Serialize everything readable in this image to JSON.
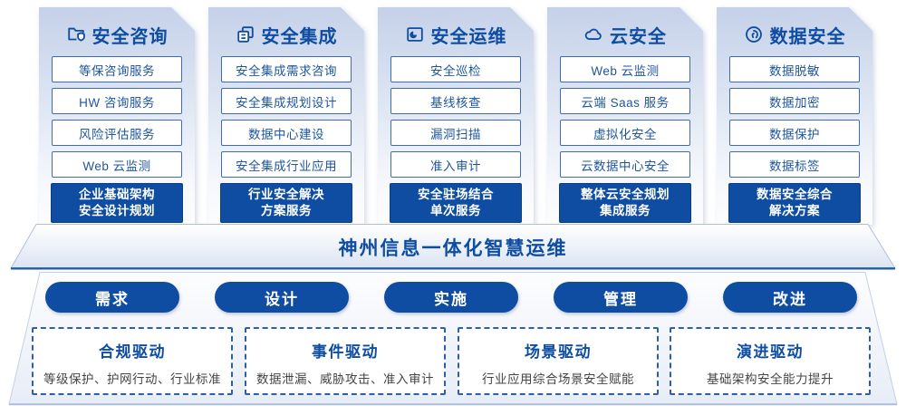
{
  "colors": {
    "primary_blue": "#0e4da2",
    "item_border_blue": "#3f6cae",
    "card_top_blue": "#c5d1e9",
    "desc_gray": "#454545",
    "white": "#ffffff"
  },
  "columns": [
    {
      "title": "安全咨询",
      "icon": "folder-shield-icon",
      "items": [
        "等保咨询服务",
        "HW 咨询服务",
        "风险评估服务",
        "Web 云监测"
      ],
      "footer": [
        "企业基础架构",
        "安全设计规划"
      ]
    },
    {
      "title": "安全集成",
      "icon": "copy-icon",
      "items": [
        "安全集成需求咨询",
        "安全集成规划设计",
        "数据中心建设",
        "安全集成行业应用"
      ],
      "footer": [
        "行业安全解决",
        "方案服务"
      ]
    },
    {
      "title": "安全运维",
      "icon": "folder-monitor-icon",
      "items": [
        "安全巡检",
        "基线核查",
        "漏洞扫描",
        "准入审计"
      ],
      "footer": [
        "安全驻场结合",
        "单次服务"
      ]
    },
    {
      "title": "云安全",
      "icon": "cloud-icon",
      "items": [
        "Web 云监测",
        "云端 Saas 服务",
        "虚拟化安全",
        "云数据中心安全"
      ],
      "footer": [
        "整体云安全规划",
        "集成服务"
      ]
    },
    {
      "title": "数据安全",
      "icon": "fingerprint-icon",
      "items": [
        "数据脱敏",
        "数据加密",
        "数据保护",
        "数据标签"
      ],
      "footer": [
        "数据安全综合",
        "解决方案"
      ]
    }
  ],
  "banner": {
    "title": "神州信息一体化智慧运维"
  },
  "process": {
    "steps": [
      "需求",
      "设计",
      "实施",
      "管理",
      "改进"
    ]
  },
  "drivers": [
    {
      "title": "合规驱动",
      "desc": "等级保护、护网行动、行业标准"
    },
    {
      "title": "事件驱动",
      "desc": "数据泄漏、威胁攻击、准入审计"
    },
    {
      "title": "场景驱动",
      "desc": "行业应用综合场景安全赋能"
    },
    {
      "title": "演进驱动",
      "desc": "基础架构安全能力提升"
    }
  ]
}
